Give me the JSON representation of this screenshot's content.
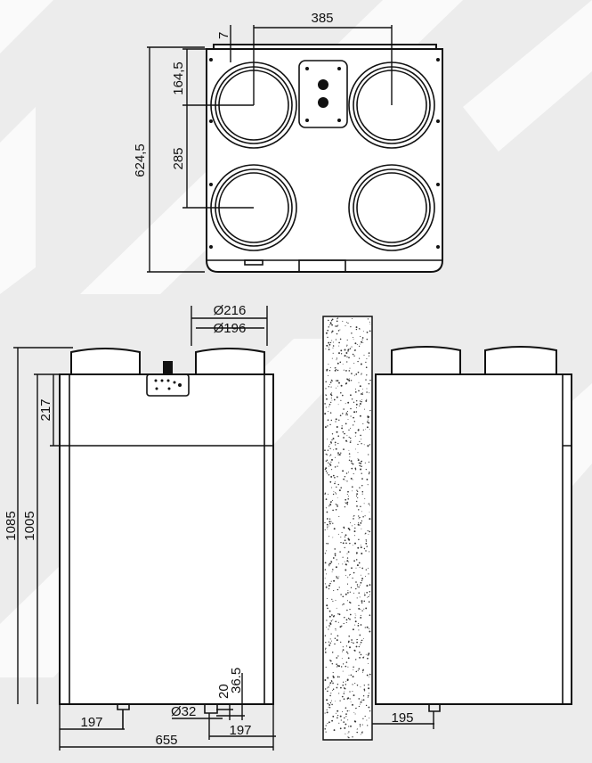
{
  "drawing": {
    "top_view": {
      "dim_width_spacing": "385",
      "dim_offset": "7",
      "dim_depth": "624,5",
      "dim_first_center": "164,5",
      "dim_center_spacing": "285"
    },
    "front_view": {
      "dim_outer_diameter": "Ø216",
      "dim_inner_diameter": "Ø196",
      "dim_total_height": "1085",
      "dim_body_height": "1005",
      "dim_top_band": "217",
      "dim_left_drain": "197",
      "dim_right_drain": "197",
      "dim_width": "655",
      "dim_drain_diameter": "Ø32",
      "dim_drain_height_1": "20",
      "dim_drain_height_2": "36.5"
    },
    "side_view": {
      "dim_wall_offset": "195"
    },
    "colors": {
      "background": "#ececec",
      "line": "#111111",
      "stripe": "#ffffff"
    }
  }
}
